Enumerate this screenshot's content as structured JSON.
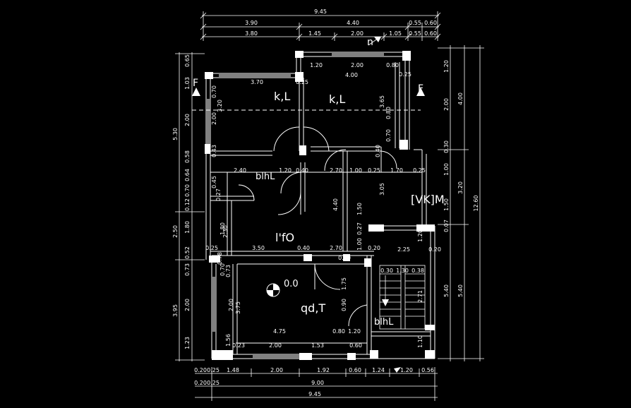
{
  "rooms": {
    "kl_left": "k,L",
    "kl_right": "k,L",
    "bthl_upper": "blhL",
    "lfo": "l'fO",
    "vkm": "[VK]M",
    "qdt": "qd,T",
    "bthl_lower": "blhL",
    "north": "n"
  },
  "section_marks": {
    "left": "F",
    "right": "F"
  },
  "level": "0.0",
  "top_dims": {
    "overall": "9.45",
    "row2": [
      "3.90",
      "4.40",
      "0.55",
      "0.60"
    ],
    "row3": [
      "3.80",
      "1.45",
      "2.00",
      "1.05",
      "0.55",
      "0.60"
    ]
  },
  "bottom_dims": {
    "row1": [
      "0.20",
      "0.25",
      "1.48",
      "2.00",
      "1.92",
      "0.60",
      "1.24",
      "1.20",
      "0.56"
    ],
    "row2": [
      "0.20",
      "0.25",
      "9.00"
    ],
    "overall": "9.45"
  },
  "left_dims": {
    "outer": [
      "5.30",
      "2.50",
      "3.95"
    ],
    "inner": [
      "0.65",
      "1.03",
      "2.00",
      "0.58",
      "0.64",
      "0.70",
      "0.12",
      "1.80",
      "0.52",
      "0.73",
      "2.00",
      "1.23"
    ]
  },
  "right_dims": {
    "outer": [
      "12.60"
    ],
    "mid": [
      "4.00",
      "3.20",
      "5.40"
    ],
    "inner": [
      "1.20",
      "2.00",
      "0.30",
      "1.00",
      "1.50",
      "0.07"
    ]
  },
  "interior_dims": [
    "1.20",
    "2.00",
    "0.80",
    "4.00",
    "3.70",
    "0.25",
    "0.25",
    "3.65",
    "0.70",
    "3.20",
    "2.00",
    "0.80",
    "0.70",
    "2.40",
    "1.20",
    "0.40",
    "2.70",
    "1.00",
    "0.25",
    "1.70",
    "0.25",
    "1.50",
    "3.05",
    "4.40",
    "1.80",
    "2.30",
    "0.25",
    "3.50",
    "0.40",
    "2.70",
    "1.00",
    "0.20",
    "2.25",
    "0.20",
    "0.27",
    "0.80",
    "0.70",
    "1.75",
    "2.00",
    "3.75",
    "0.30",
    "0.90",
    "4.75",
    "1.20",
    "0.80",
    "2.00",
    "1.53",
    "0.60",
    "1.10",
    "2.71",
    "1.30",
    "0.38",
    "1.56",
    "0.23",
    "1.20",
    "0.73",
    "0.78",
    "0.43",
    "0.45",
    "0.27",
    "0.40"
  ]
}
